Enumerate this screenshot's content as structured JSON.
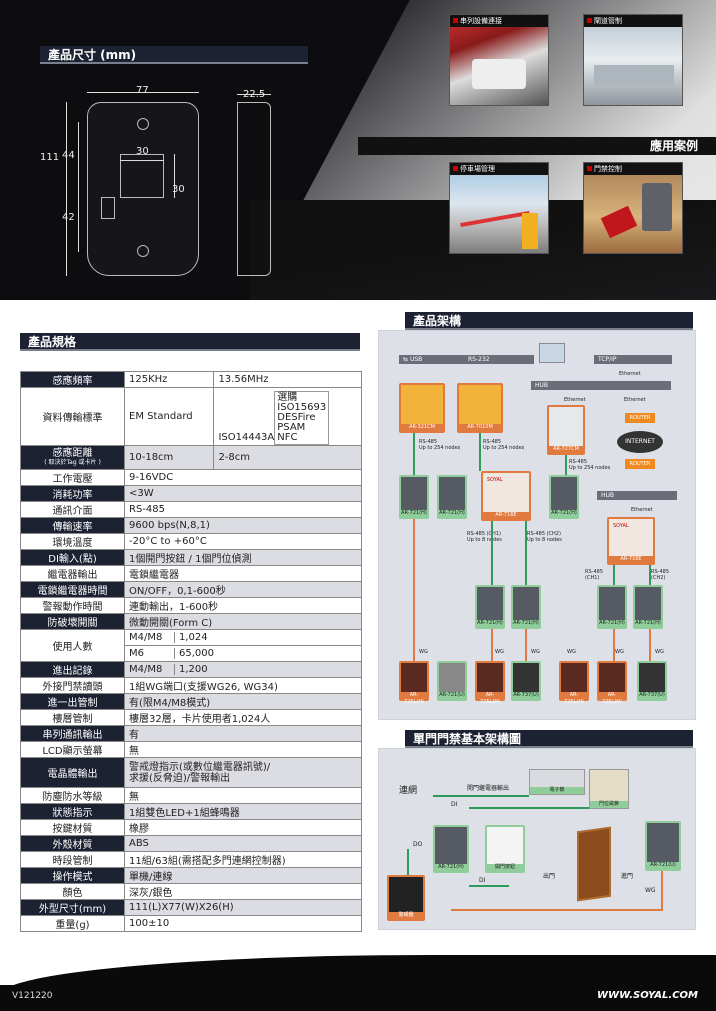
{
  "dimensions": {
    "title": "產品尺寸 (mm)",
    "width": "77",
    "height": "111",
    "depth": "22.5",
    "d44": "44",
    "d42": "42",
    "d30a": "30",
    "d30b": "30"
  },
  "applications": {
    "title": "應用案例",
    "photos": [
      "串列設備連接",
      "閘道管制",
      "停車場管理",
      "門禁控制"
    ]
  },
  "spec": {
    "title": "產品規格",
    "rows": [
      {
        "k": "感應頻率",
        "v1": "125KHz",
        "v2": "13.56MHz"
      },
      {
        "k": "資料傳輸標準",
        "v1": "EM Standard",
        "v2": "ISO14443A",
        "v2sub": "選購\nISO15693\nDESFire\nPSAM\nNFC"
      },
      {
        "k": "感應距離",
        "ksub": "( 取決於Tag 或卡片 )",
        "v1": "10-18cm",
        "v2": "2-8cm"
      },
      {
        "k": "工作電壓",
        "v": "9-16VDC"
      },
      {
        "k": "消耗功率",
        "v": "<3W"
      },
      {
        "k": "通訊介面",
        "v": "RS-485"
      },
      {
        "k": "傳輸速率",
        "v": "9600 bps(N,8,1)"
      },
      {
        "k": "環境溫度",
        "v": "-20°C to +60°C"
      },
      {
        "k": "DI輸入(點)",
        "v": "1個開門按鈕 / 1個門位偵測"
      },
      {
        "k": "繼電器輸出",
        "v": "電鎖繼電器"
      },
      {
        "k": "電鎖繼電器時間",
        "v": "ON/OFF，0,1-600秒"
      },
      {
        "k": "警報動作時間",
        "v": "連動輸出，1-600秒"
      },
      {
        "k": "防破壞開關",
        "v": "微動開關(Form C)"
      },
      {
        "k": "使用人數",
        "a1": "M4/M8",
        "b1": "1,024",
        "a2": "M6",
        "b2": "65,000"
      },
      {
        "k": "進出記錄",
        "a1": "M4/M8",
        "b1": "1,200"
      },
      {
        "k": "外接門禁讀頭",
        "v": "1組WG端口(支援WG26, WG34)"
      },
      {
        "k": "進一出管制",
        "v": "有(限M4/M8模式)"
      },
      {
        "k": "樓層管制",
        "v": "樓層32層，卡片使用者1,024人"
      },
      {
        "k": "串列通訊輸出",
        "v": "有"
      },
      {
        "k": "LCD顯示螢幕",
        "v": "無"
      },
      {
        "k": "電晶體輸出",
        "v": "警戒燈指示(或數位繼電器訊號)/\n求援(反脅迫)/警報輸出"
      },
      {
        "k": "防塵防水等級",
        "v": "無"
      },
      {
        "k": "狀態指示",
        "v": "1組雙色LED+1組蜂鳴器"
      },
      {
        "k": "按鍵材質",
        "v": "橡膠"
      },
      {
        "k": "外殼材質",
        "v": "ABS"
      },
      {
        "k": "時段管制",
        "v": "11組/63組(需搭配多門連網控制器)"
      },
      {
        "k": "操作模式",
        "v": "單機/連線"
      },
      {
        "k": "顏色",
        "v": "深灰/銀色"
      },
      {
        "k": "外型尺寸(mm)",
        "v": "111(L)X77(W)X26(H)"
      },
      {
        "k": "重量(g)",
        "v": "100±10"
      }
    ]
  },
  "architecture": {
    "title": "產品架構",
    "usb": "USB",
    "rs232": "RS-232",
    "tcpip": "TCP/IP",
    "ethernet": "Ethernet",
    "hub": "HUB",
    "router": "ROUTER",
    "internet": "INTERNET",
    "ar321cm": "AR-321CM",
    "ar7010m": "AR-7010M",
    "ar727cm": "AR-727CM",
    "rs485_254": "RS-485\nUp to 254 nodes",
    "rs485_ch1": "RS-485 (CH1)\nUp to 8 nodes",
    "rs485_ch2": "RS-485 (CH2)\nUp to 8 nodes",
    "ar716e": "AR-716E",
    "ar721h": "AR-721(H)",
    "ar725l": "AR-725L(H)",
    "ar721u": "AR-721(U)",
    "ar737u": "AR-737(U)",
    "wg": "WG",
    "soyal": "SOYAL",
    "ch1": "RS-485\n(CH1)",
    "ch2": "RS-485\n(CH2)"
  },
  "single_door": {
    "title": "單門門禁基本架構圖",
    "network": "連網",
    "lock_output": "開門繼電器輸出",
    "di": "DI",
    "do": "DO",
    "eleclock": "電子鎖",
    "doorsensor": "門位磁簧",
    "exitbtn": "開門按鈕",
    "out": "出門",
    "in": "進門",
    "wg": "WG",
    "reader": "AR-721(H)",
    "reader2": "AR-721(U)",
    "siren": "警報器"
  },
  "footer": {
    "version": "V121220",
    "website": "WWW.SOYAL.COM"
  }
}
